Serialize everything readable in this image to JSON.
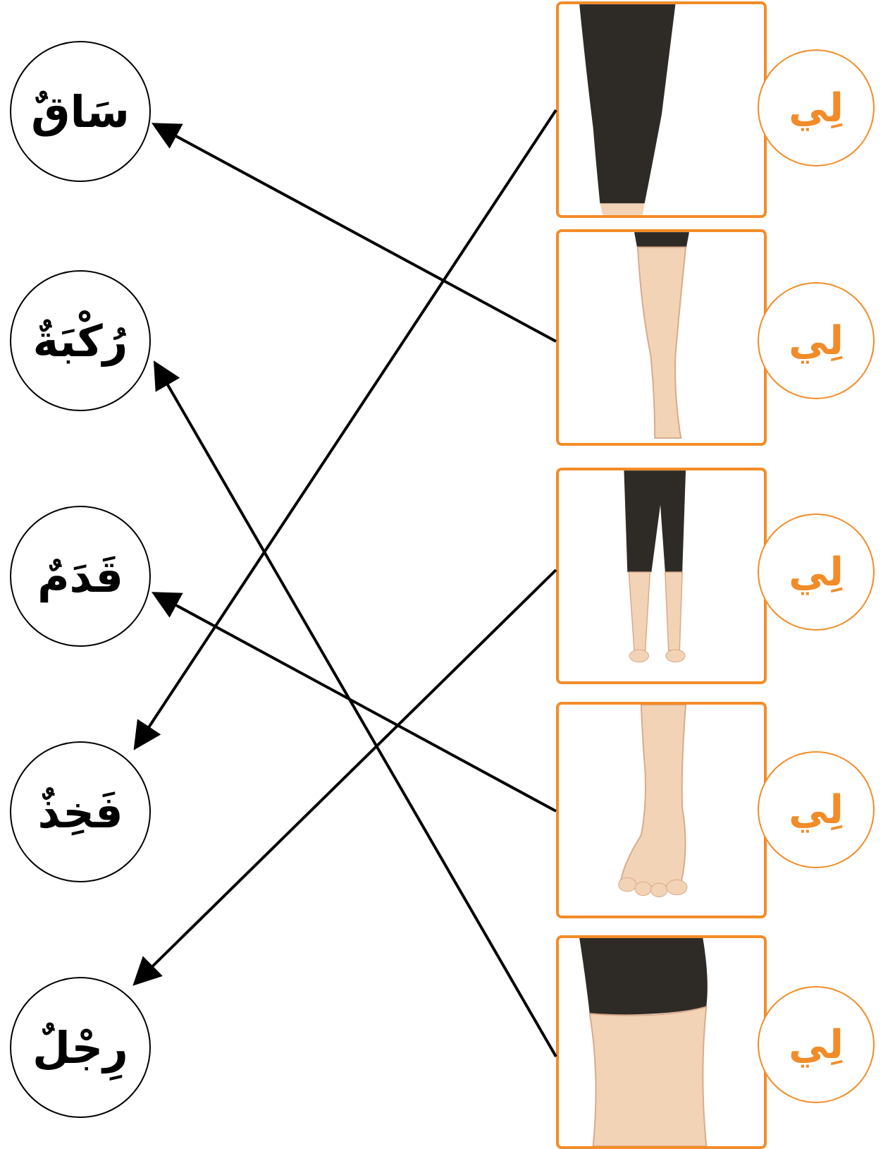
{
  "words": [
    {
      "text": "سَاقٌ"
    },
    {
      "text": "رُكْبَةٌ"
    },
    {
      "text": "قَدَمٌ"
    },
    {
      "text": "فَخِذٌ"
    },
    {
      "text": "رِجْلٌ"
    }
  ],
  "pictures": [
    {
      "depicts": "thigh",
      "label": "لِي"
    },
    {
      "depicts": "shin",
      "label": "لِي"
    },
    {
      "depicts": "legs",
      "label": "لِي"
    },
    {
      "depicts": "foot",
      "label": "لِي"
    },
    {
      "depicts": "knee",
      "label": "لِي"
    }
  ],
  "colors": {
    "accent": "#f28c28",
    "line": "#000000",
    "skin": "#f3d3b5",
    "cloth": "#2e2a26"
  }
}
